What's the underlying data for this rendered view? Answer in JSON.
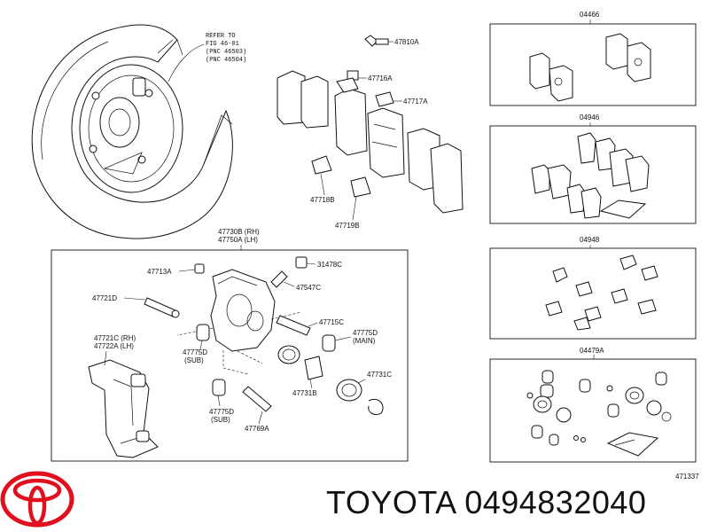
{
  "diagram": {
    "refer_note": [
      "REFER TO",
      "FIG 46-01",
      "(PNC 46503)",
      "(PNC 46504)"
    ],
    "top_labels": {
      "p47810A": "47810A",
      "p47716A": "47716A",
      "p47717A": "47717A",
      "p47718B": "47718B",
      "p47719B": "47719B"
    },
    "caliper_header": [
      "47730B (RH)",
      "47750A (LH)"
    ],
    "caliper_labels": {
      "p47713A": "47713A",
      "p31478C": "31478C",
      "p47547C": "47547C",
      "p47721D": "47721D",
      "p47715C": "47715C",
      "p47775D_main": "47775D",
      "main": "(MAIN)",
      "p47721C": "47721C (RH)",
      "p47722A": "47722A (LH)",
      "p47775D_sub1": "47775D",
      "sub1": "(SUB)",
      "p47731B": "47731B",
      "p47731C": "47731C",
      "p47775D_sub2": "47775D",
      "sub2": "(SUB)",
      "p47769A": "47769A"
    },
    "kits": {
      "k04466": "04466",
      "k04946": "04946",
      "k04948": "04948",
      "k04479A": "04479A"
    },
    "figure_number": "471337"
  },
  "brand": {
    "logo_color": "#e0101e",
    "text": "TOYOTA 0494832040"
  }
}
